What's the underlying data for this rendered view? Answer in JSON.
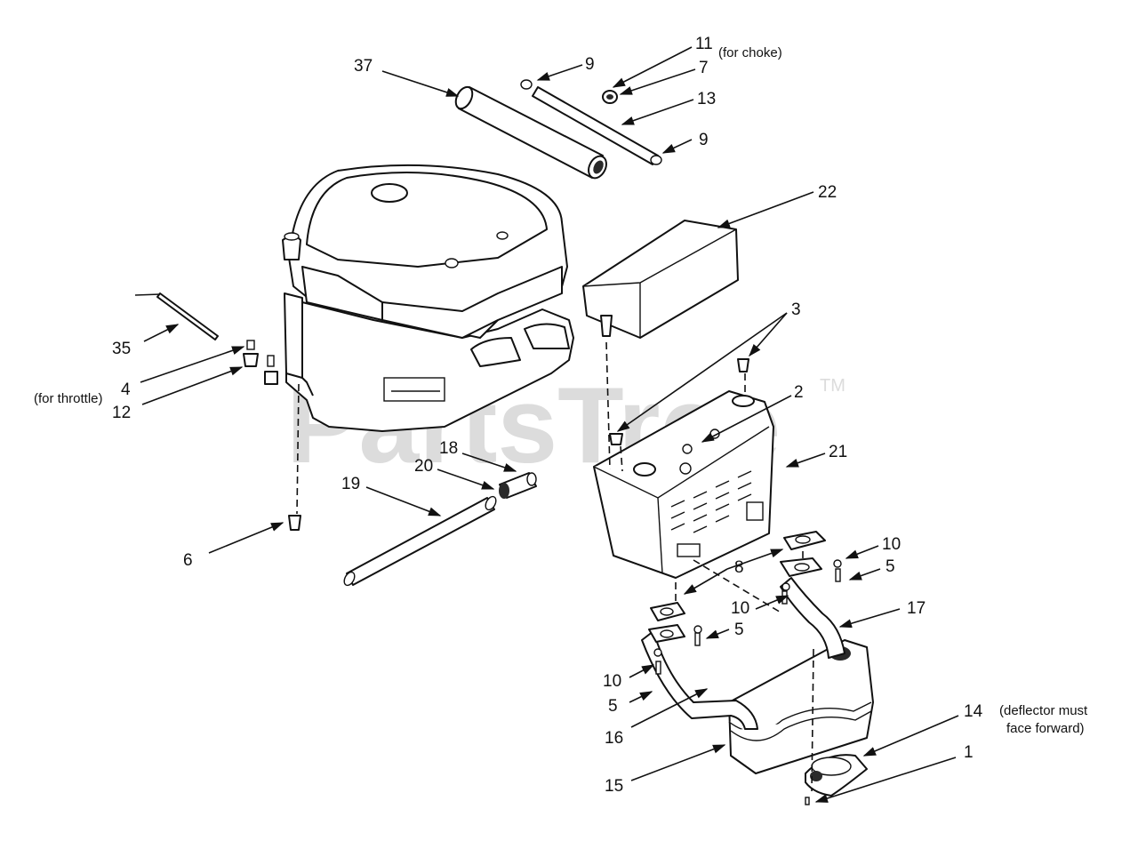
{
  "watermark": {
    "text": "PartsTree",
    "trademark": "TM"
  },
  "callouts": {
    "c37": "37",
    "c9a": "9",
    "c11": "11",
    "c7": "7",
    "c13": "13",
    "c9b": "9",
    "c22": "22",
    "c3": "3",
    "c35": "35",
    "c4": "4",
    "c12": "12",
    "c2": "2",
    "c21": "21",
    "c18": "18",
    "c20": "20",
    "c19": "19",
    "c6": "6",
    "c10a": "10",
    "c5a": "5",
    "c8": "8",
    "c17": "17",
    "c10b": "10",
    "c5b": "5",
    "c10c": "10",
    "c5c": "5",
    "c16": "16",
    "c14": "14",
    "c15": "15",
    "c1": "1"
  },
  "notes": {
    "choke": "(for choke)",
    "throttle": "(for throttle)",
    "deflector_line1": "(deflector must",
    "deflector_line2": "face forward)"
  },
  "colors": {
    "ink": "#111111",
    "watermark": "#dcdcdc",
    "background": "#ffffff"
  }
}
